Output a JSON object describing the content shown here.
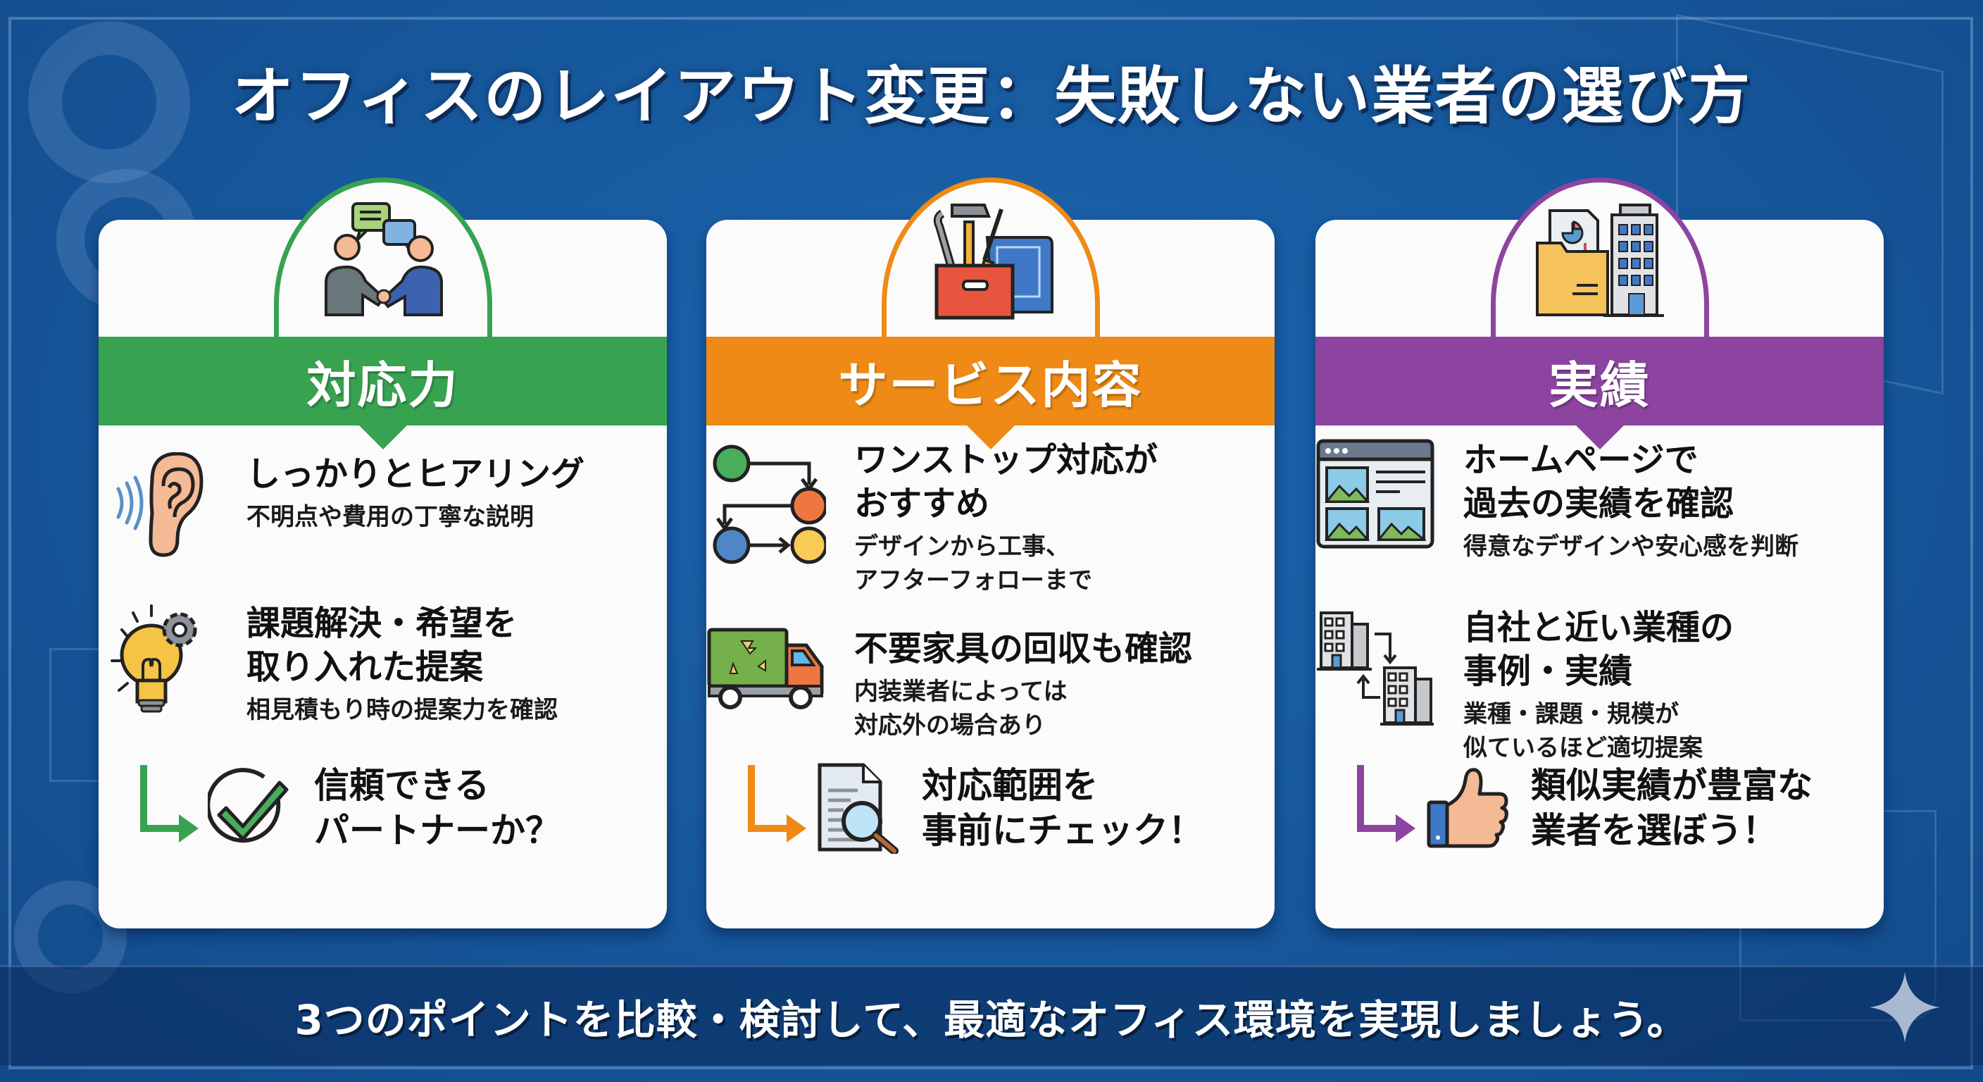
{
  "title": "オフィスのレイアウト変更：失敗しない業者の選び方",
  "colors": {
    "background": "#175a9f",
    "green": "#37a351",
    "orange": "#ee8a15",
    "purple": "#8c44a0",
    "card": "#fbfbfb"
  },
  "cards": [
    {
      "header": "対応力",
      "header_icon": "handshake-chat-icon",
      "items": [
        {
          "icon": "ear-listening-icon",
          "heading": [
            "しっかりとヒアリング"
          ],
          "sub": [
            "不明点や費用の丁寧な説明"
          ]
        },
        {
          "icon": "lightbulb-gear-icon",
          "heading": [
            "課題解決・希望を",
            "取り入れた提案"
          ],
          "sub": [
            "相見積もり時の提案力を確認"
          ]
        }
      ],
      "result": {
        "icon": "checkmark-circle-icon",
        "text": [
          "信頼できる",
          "パートナーか？"
        ]
      }
    },
    {
      "header": "サービス内容",
      "header_icon": "toolbox-blueprint-icon",
      "items": [
        {
          "icon": "workflow-steps-icon",
          "heading": [
            "ワンストップ対応が",
            "おすすめ"
          ],
          "sub": [
            "デザインから工事、",
            "アフターフォローまで"
          ]
        },
        {
          "icon": "recycle-truck-icon",
          "heading": [
            "不要家具の回収も確認"
          ],
          "sub": [
            "内装業者によっては",
            "対応外の場合あり"
          ]
        }
      ],
      "result": {
        "icon": "document-magnifier-icon",
        "text": [
          "対応範囲を",
          "事前にチェック！"
        ]
      }
    },
    {
      "header": "実績",
      "header_icon": "folder-building-icon",
      "items": [
        {
          "icon": "website-gallery-icon",
          "heading": [
            "ホームページで",
            "過去の実績を確認"
          ],
          "sub": [
            "得意なデザインや安心感を判断"
          ]
        },
        {
          "icon": "buildings-exchange-icon",
          "heading": [
            "自社と近い業種の",
            "事例・実績"
          ],
          "sub": [
            "業種・課題・規模が",
            "似ているほど適切提案"
          ]
        }
      ],
      "result": {
        "icon": "thumbs-up-icon",
        "text": [
          "類似実績が豊富な",
          "業者を選ぼう！"
        ]
      }
    }
  ],
  "footer": "3つのポイントを比較・検討して、最適なオフィス環境を実現しましょう。"
}
